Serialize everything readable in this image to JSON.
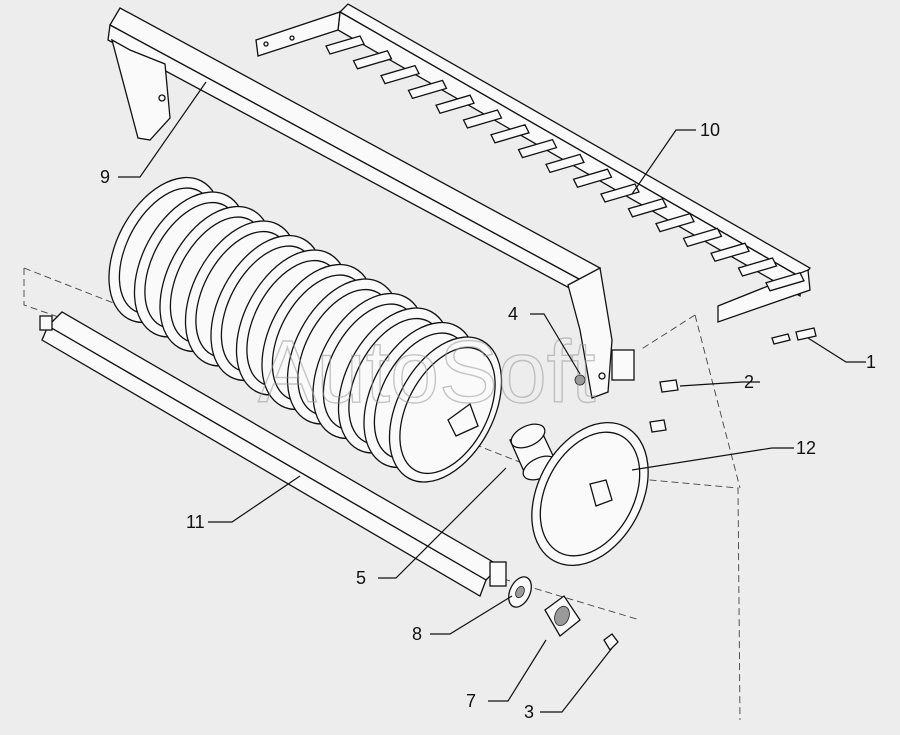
{
  "watermark": "AutoSoft",
  "callouts": [
    {
      "id": "c1",
      "text": "1"
    },
    {
      "id": "c2",
      "text": "2"
    },
    {
      "id": "c3",
      "text": "3"
    },
    {
      "id": "c4",
      "text": "4"
    },
    {
      "id": "c5",
      "text": "5"
    },
    {
      "id": "c7",
      "text": "7"
    },
    {
      "id": "c8",
      "text": "8"
    },
    {
      "id": "c9",
      "text": "9"
    },
    {
      "id": "c10",
      "text": "10"
    },
    {
      "id": "c11",
      "text": "11"
    },
    {
      "id": "c12",
      "text": "12"
    }
  ]
}
